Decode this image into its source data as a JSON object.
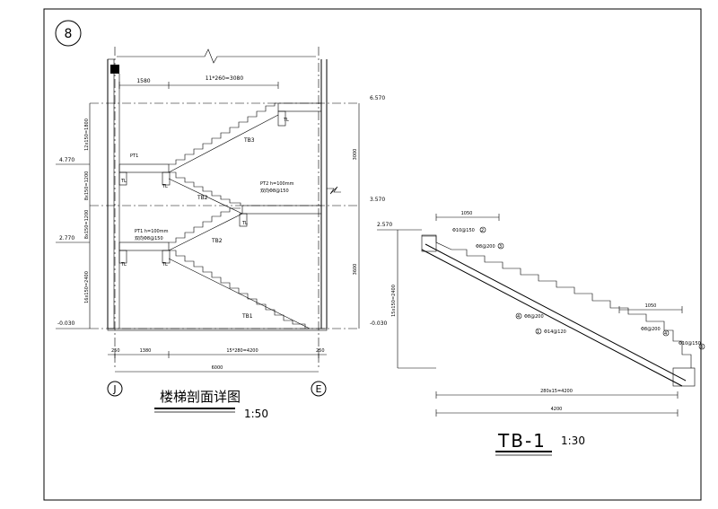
{
  "sheet": {
    "detail_number": "8"
  },
  "left_section": {
    "title": "楼梯剖面详图",
    "scale": "1:50",
    "axis_left": "J",
    "axis_right": "E",
    "top_dims": {
      "d1": "1580",
      "d2": "11*260=3080"
    },
    "levels": {
      "l_top": "6.570",
      "l_mid": "3.570",
      "l_low_right": "-0.030",
      "l_left_upper": "4.770",
      "l_left_lower": "2.770",
      "l_left_bottom": "-0.030"
    },
    "left_dims": {
      "a": "12x150=1800",
      "b": "8x150=1200",
      "c": "8x150=1200",
      "d": "16x150=2400"
    },
    "right_dims": {
      "a": "3000",
      "b": "3600"
    },
    "labels": {
      "tb3": "TB3",
      "tb2_upper": "TB2",
      "tb2_lower": "TB2",
      "tb1": "TB1",
      "tl": "TL",
      "pt1": "PT1",
      "pt2": "PT2 h=100mm",
      "pt2_rebar": "双向Φ8@150",
      "pt1b": "PT1 h=100mm",
      "pt1b_rebar": "双向Φ8@150"
    },
    "bottom_dims": {
      "left": "250",
      "d1": "1380",
      "d2": "15*280=4200",
      "right": "250",
      "total": "6000"
    }
  },
  "right_section": {
    "title": "TB-1",
    "scale": "1:30",
    "level": "2.570",
    "height_dim": "15x150=2400",
    "top_dim": "1050",
    "right_top_dim": "1050",
    "bottom_dims": {
      "d1": "280x15=4200",
      "total": "4200"
    },
    "rebars": [
      {
        "num": "2",
        "text": "Φ10@150"
      },
      {
        "num": "3",
        "text": "Φ8@200"
      },
      {
        "num": "4",
        "text": "Φ8@200"
      },
      {
        "num": "1",
        "text": "Φ14@120"
      },
      {
        "num": "4",
        "text": "Φ8@200"
      },
      {
        "num": "3",
        "text": "Φ10@150"
      }
    ]
  }
}
